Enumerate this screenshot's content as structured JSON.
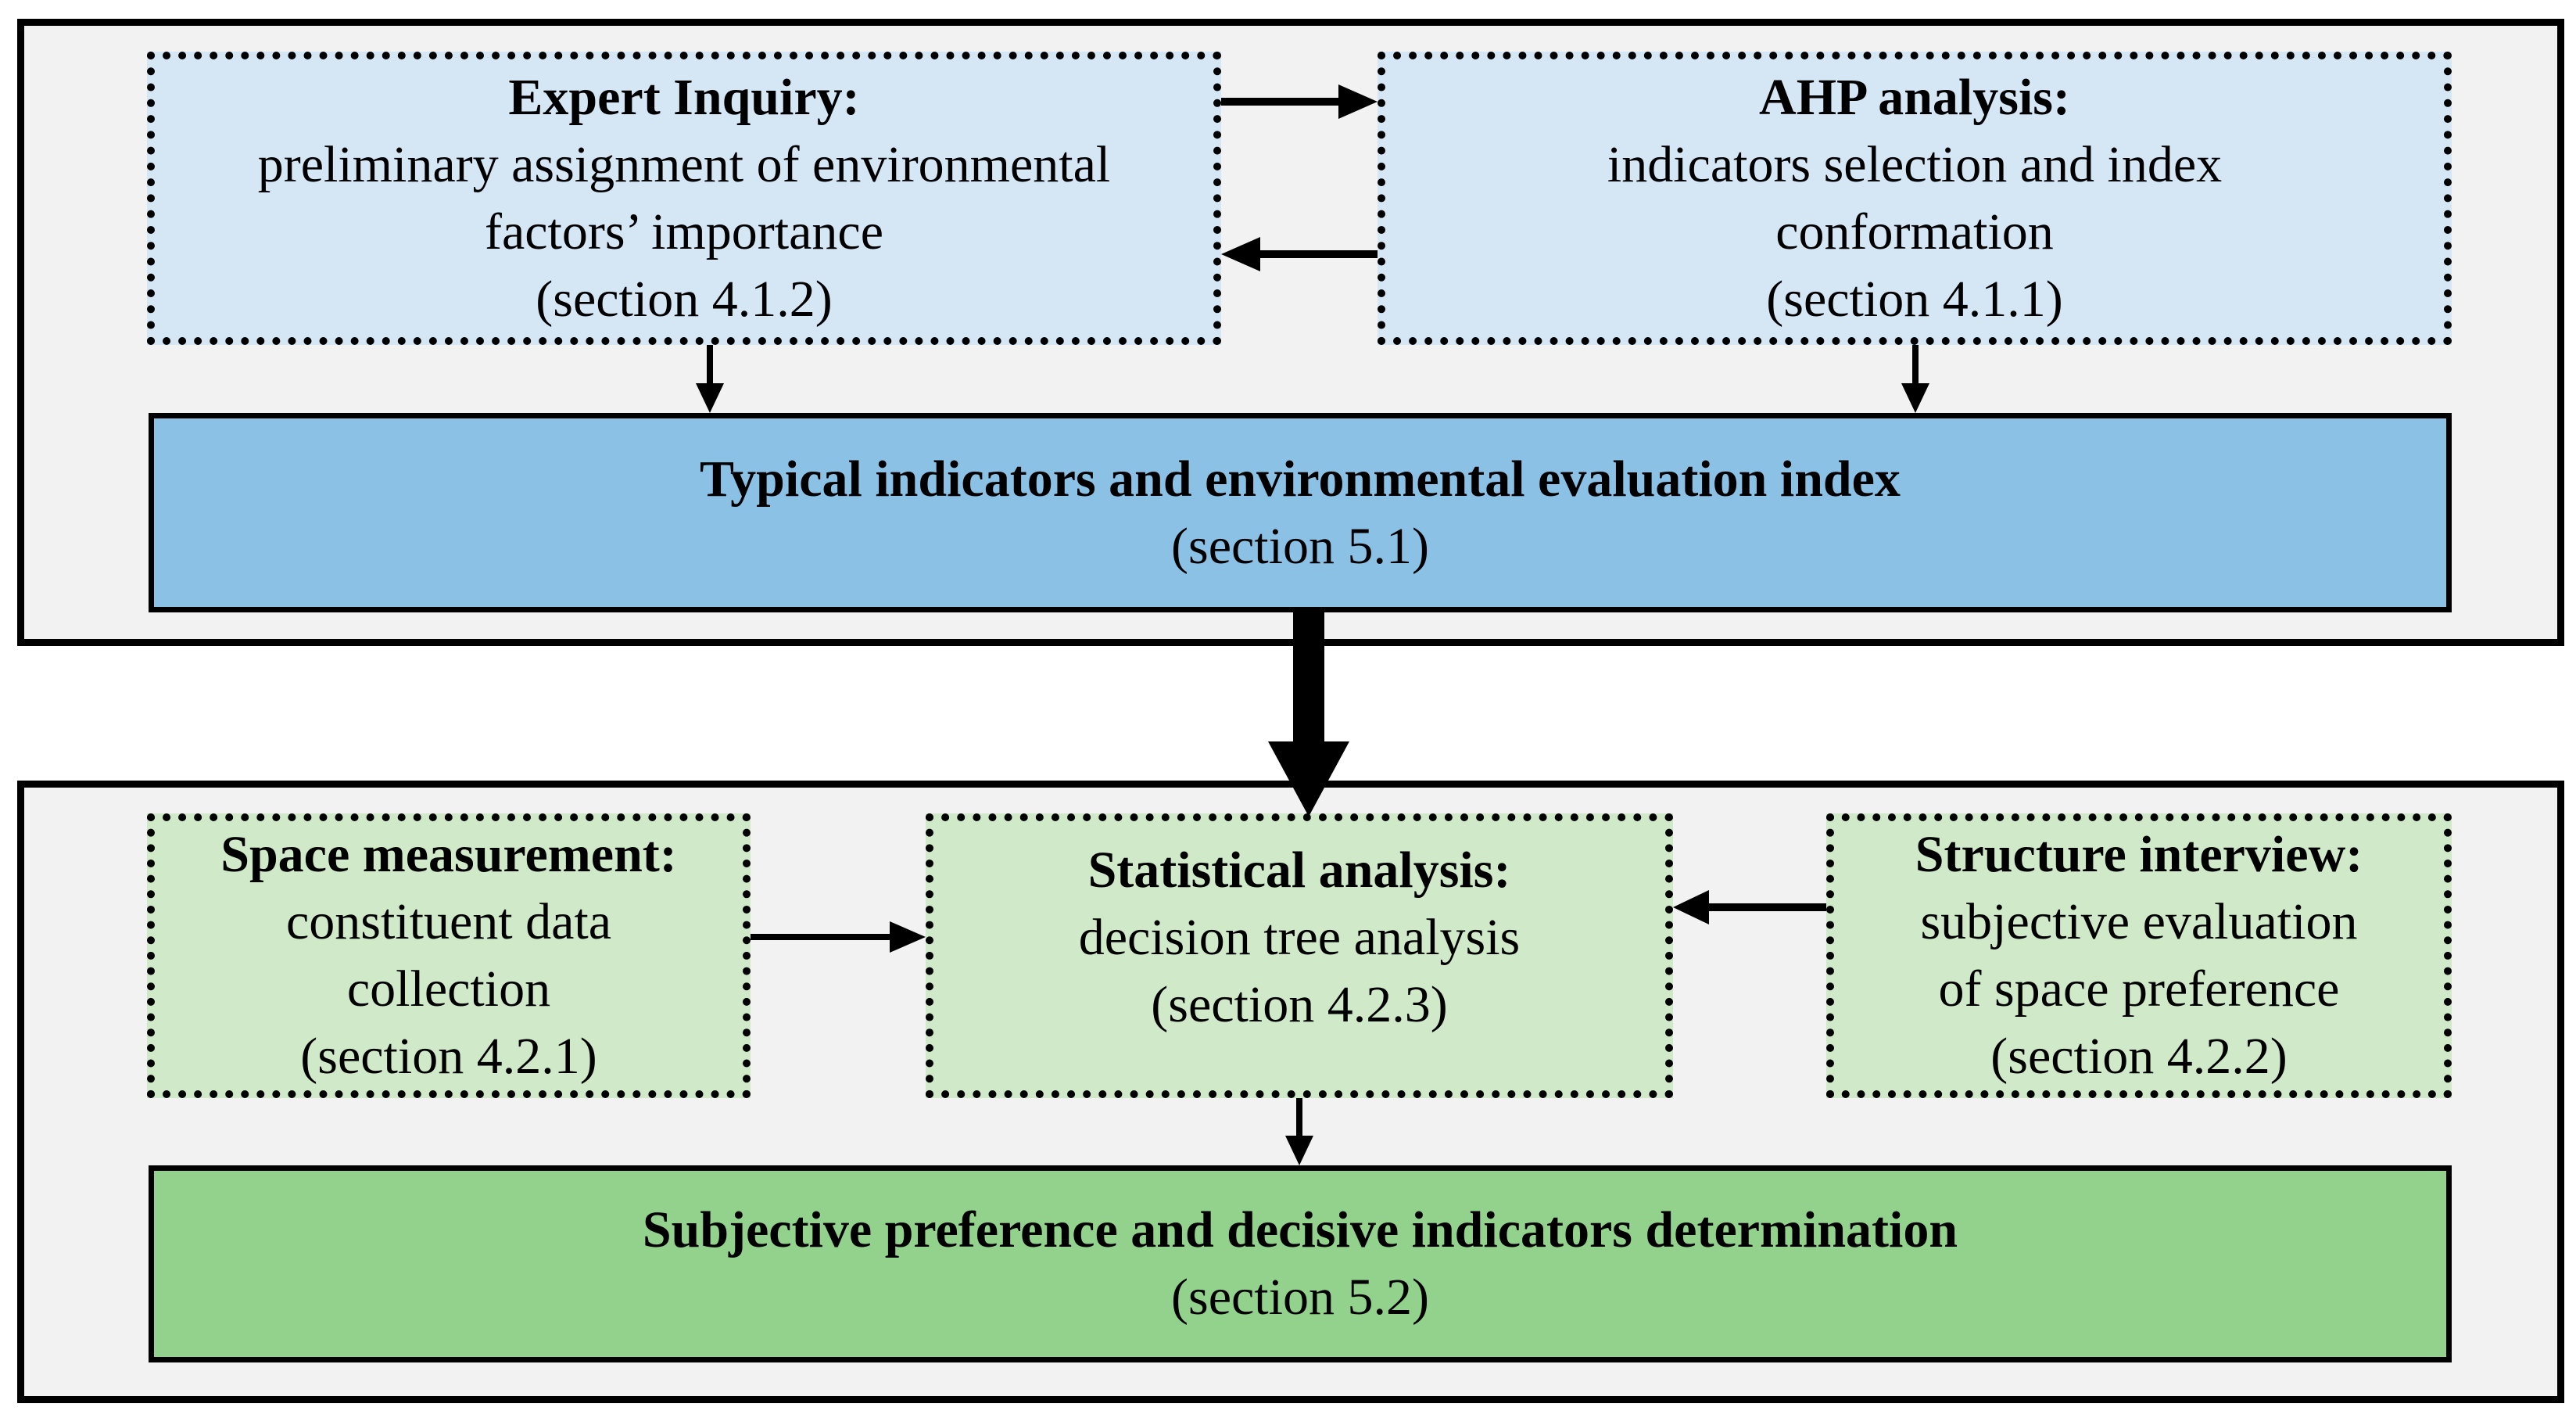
{
  "top": {
    "expert": {
      "title": "Expert Inquiry:",
      "line1": "preliminary assignment of environmental",
      "line2": "factors’ importance",
      "section": "(section 4.1.2)"
    },
    "ahp": {
      "title": "AHP analysis:",
      "line1": "indicators selection and index",
      "line2": "conformation",
      "section": "(section 4.1.1)"
    },
    "typical": {
      "title": "Typical indicators and environmental evaluation index",
      "section": "(section 5.1)"
    }
  },
  "bottom": {
    "space": {
      "title": "Space measurement:",
      "line1": "constituent data",
      "line2": "collection",
      "section": "(section 4.2.1)"
    },
    "statistical": {
      "title": "Statistical analysis:",
      "line1": "decision tree analysis",
      "section": "(section 4.2.3)"
    },
    "structure": {
      "title": "Structure interview:",
      "line1": "subjective evaluation",
      "line2": "of space preference",
      "section": "(section 4.2.2)"
    },
    "subjective": {
      "title": "Subjective preference and decisive indicators determination",
      "section": "(section 5.2)"
    }
  },
  "colors": {
    "light_blue": "#d5e6f5",
    "dark_blue": "#8cc1e6",
    "light_green": "#cfe9c9",
    "dark_green": "#93d28c",
    "panel": "#f2f2f2"
  }
}
